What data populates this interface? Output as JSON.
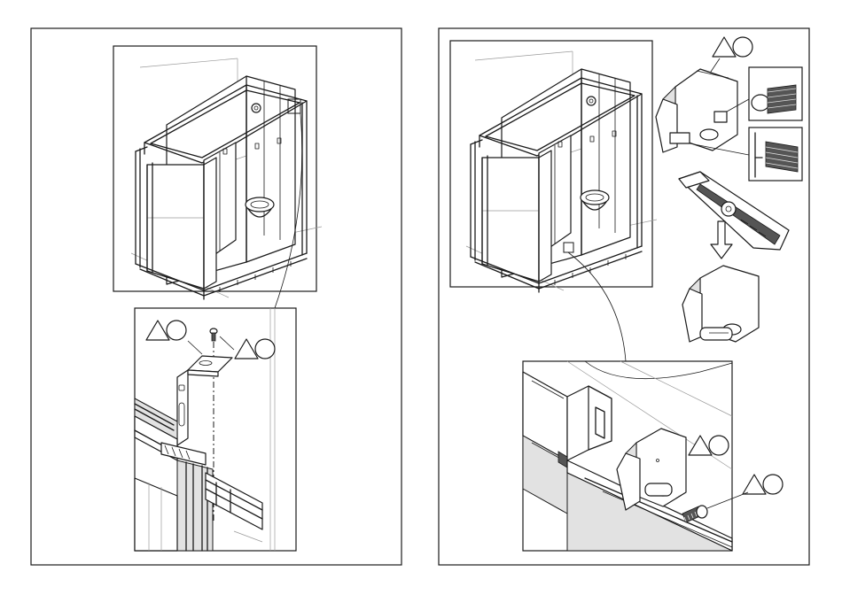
{
  "page": {
    "panels": [
      {
        "name": "left-panel",
        "figures": [
          "cubicle-overview",
          "bracket-detail"
        ],
        "callouts": [
          {
            "shape": "triangle-circle",
            "label": ""
          },
          {
            "shape": "triangle-circle",
            "label": ""
          }
        ]
      },
      {
        "name": "right-panel",
        "figures": [
          "cubicle-overview",
          "clip-trim-sequence",
          "clip-mount-detail"
        ],
        "callouts": [
          {
            "shape": "triangle-circle",
            "label": ""
          },
          {
            "shape": "triangle-circle",
            "label": ""
          },
          {
            "shape": "triangle-circle",
            "label": ""
          }
        ]
      }
    ],
    "icons": [
      "screw-icon",
      "utility-knife-icon",
      "down-arrow-icon",
      "bracket-icon",
      "clip-icon"
    ],
    "colors": {
      "line": "#1a1a1a",
      "background": "#ffffff",
      "shade": "#e2e2e2"
    }
  }
}
